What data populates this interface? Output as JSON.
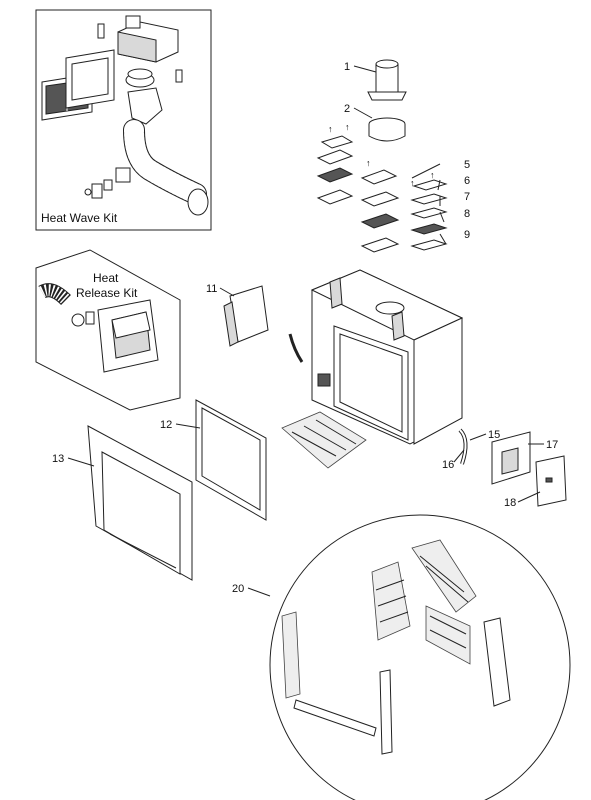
{
  "kits": {
    "heat_wave": "Heat Wave Kit",
    "heat_release_line1": "Heat",
    "heat_release_line2": "Release Kit"
  },
  "callouts": {
    "c1": "1",
    "c2": "2",
    "c5": "5",
    "c6": "6",
    "c7": "7",
    "c8": "8",
    "c9": "9",
    "c11": "11",
    "c12": "12",
    "c13": "13",
    "c15": "15",
    "c16": "16",
    "c17": "17",
    "c18": "18",
    "c20": "20"
  }
}
